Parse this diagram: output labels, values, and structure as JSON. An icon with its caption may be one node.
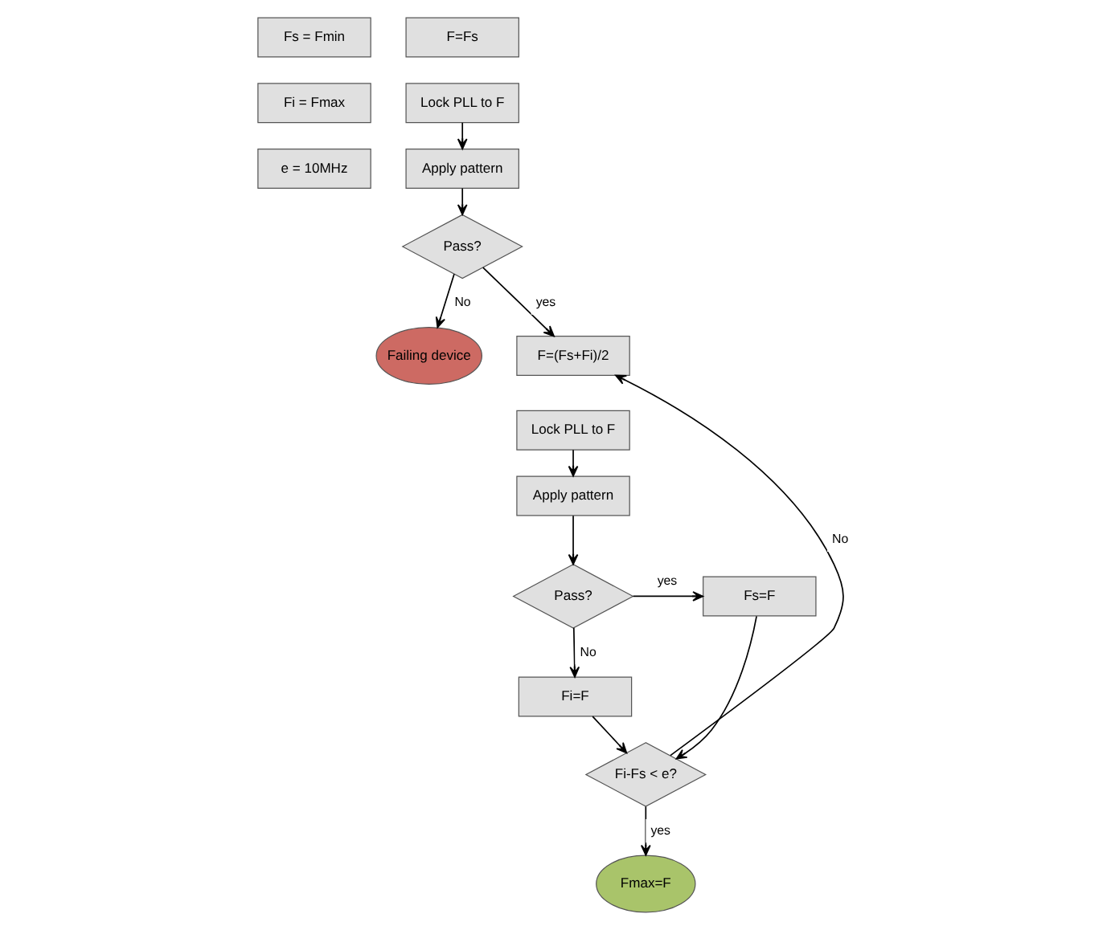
{
  "diagram": {
    "nodes": [
      {
        "text": [
          "Fs = Fmin"
        ]
      },
      {
        "text": [
          "Fi = Fmax"
        ]
      },
      {
        "text": [
          "e = 10MHz"
        ]
      },
      {
        "text": [
          "F=Fs"
        ]
      },
      {
        "text": [
          "Lock PLL to F"
        ]
      },
      {
        "text": [
          "Apply pattern"
        ]
      },
      {
        "text": [
          "Pass?"
        ]
      },
      {
        "text": [
          "Failing device"
        ]
      },
      {
        "text": [
          "F=(Fs+Fi)/2"
        ]
      },
      {
        "text": [
          "Lock PLL to F"
        ]
      },
      {
        "text": [
          "Apply pattern"
        ]
      },
      {
        "text": [
          "Pass?"
        ]
      },
      {
        "text": [
          "Fs=F"
        ]
      },
      {
        "text": [
          "Fi=F"
        ]
      },
      {
        "text": [
          "Fi-Fs < e?"
        ]
      },
      {
        "text": [
          "Fmax=F"
        ]
      }
    ],
    "edges": [
      {
        "from": 4,
        "to": 5,
        "arrow": "to"
      },
      {
        "from": 5,
        "to": 6,
        "arrow": "to"
      },
      {
        "from": 6,
        "to": 8,
        "arrow": "to",
        "label": "yes"
      },
      {
        "from": 6,
        "to": 7,
        "arrow": "to",
        "label": "No"
      },
      {
        "from": 9,
        "to": 10,
        "arrow": "to"
      },
      {
        "from": 10,
        "to": 11,
        "arrow": "to"
      },
      {
        "from": 11,
        "to": 12,
        "arrow": "to",
        "label": "yes"
      },
      {
        "from": 11,
        "to": 13,
        "arrow": "to",
        "label": "No"
      },
      {
        "from": 12,
        "to": 14,
        "arrow": "to"
      },
      {
        "from": 13,
        "to": 14,
        "arrow": "to"
      },
      {
        "from": 14,
        "to": 8,
        "arrow": "to",
        "label": "No"
      },
      {
        "from": 14,
        "to": 15,
        "arrow": "to",
        "label": "yes"
      }
    ]
  }
}
